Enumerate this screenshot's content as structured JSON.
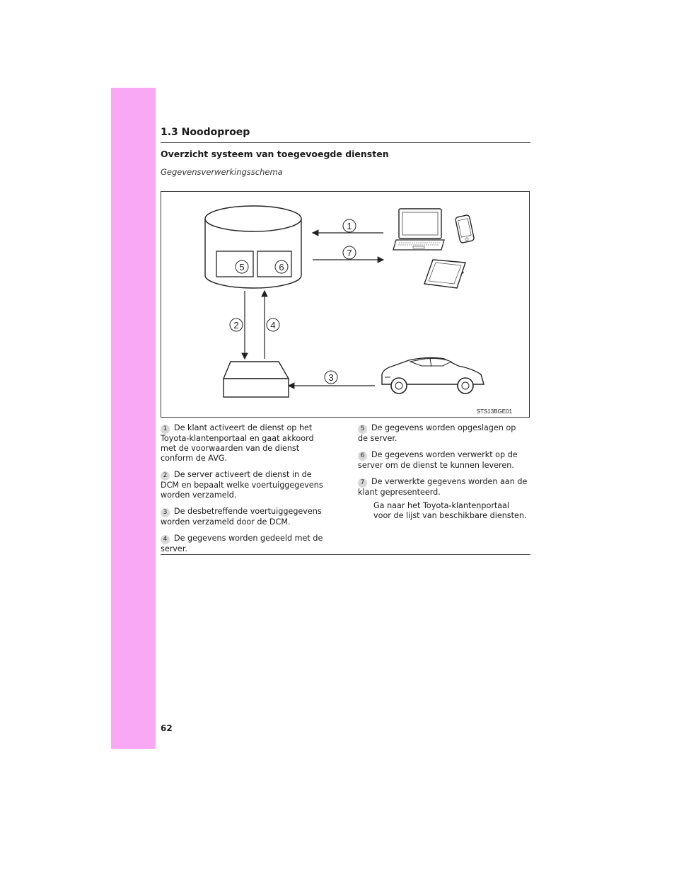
{
  "section": "1.3  Noodoproep",
  "title": "Overzicht systeem van toegevoegde diensten",
  "subtitle": "Gegevensverwerkingsschema",
  "figure": {
    "code": "STS13BGE01",
    "labels": [
      "1",
      "2",
      "3",
      "4",
      "5",
      "6",
      "7"
    ]
  },
  "items": [
    {
      "num": "1",
      "text": "De klant activeert de dienst op het Toyota-klantenportaal en gaat akkoord met de voorwaarden van de dienst conform de AVG."
    },
    {
      "num": "2",
      "text": "De server activeert de dienst in de DCM en bepaalt welke voertuiggegevens worden verzameld."
    },
    {
      "num": "3",
      "text": "De desbetreffende voertuiggegevens worden verzameld door de DCM."
    },
    {
      "num": "4",
      "text": "De gegevens worden gedeeld met de server."
    },
    {
      "num": "5",
      "text": "De gegevens worden opgeslagen op de server."
    },
    {
      "num": "6",
      "text": "De gegevens worden verwerkt op de server om de dienst te kunnen leveren."
    },
    {
      "num": "7",
      "text": "De verwerkte gegevens worden aan de klant gepresenteerd."
    }
  ],
  "note": "Ga naar het Toyota-klantenportaal voor de lijst van beschikbare diensten.",
  "page_number": "62"
}
